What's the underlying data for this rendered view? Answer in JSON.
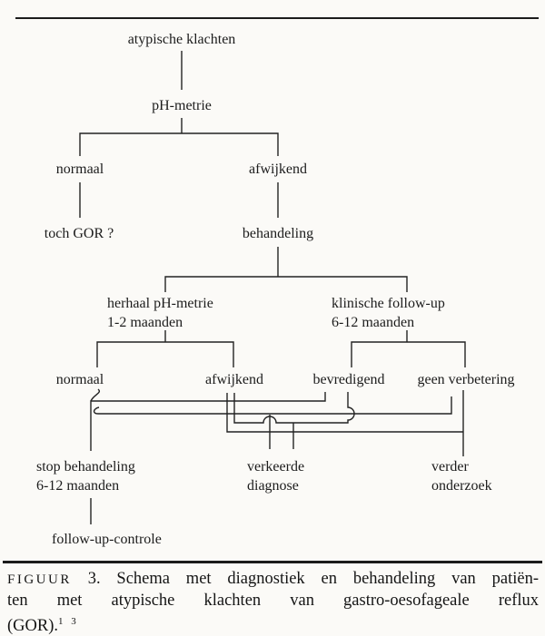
{
  "diagram": {
    "nodes": {
      "atypische_klachten": "atypische klachten",
      "ph_metrie": "pH-metrie",
      "normaal_1": "normaal",
      "afwijkend_1": "afwijkend",
      "toch_gor": "toch GOR ?",
      "behandeling": "behandeling",
      "herhaal_ph_metrie": "herhaal pH-metrie",
      "herhaal_duur": "1-2 maanden",
      "klinische_follow_up": "klinische follow-up",
      "klinische_duur": "6-12 maanden",
      "normaal_2": "normaal",
      "afwijkend_2": "afwijkend",
      "bevredigend": "bevredigend",
      "geen_verbetering": "geen verbetering",
      "stop_behandeling": "stop behandeling",
      "stop_duur": "6-12 maanden",
      "verkeerde_diagnose_line1": "verkeerde",
      "verkeerde_diagnose_line2": "diagnose",
      "verder_onderzoek_line1": "verder",
      "verder_onderzoek_line2": "onderzoek",
      "follow_up_controle": "follow-up-controle"
    }
  },
  "caption": {
    "figuur_label": "FIGUUR",
    "figuur_number": "3.",
    "line1_rest": "Schema met diagnostiek en behandeling van patiën-",
    "line2": "ten met atypische klachten van gastro-oesofageale reflux",
    "line3": "(GOR).",
    "reference": "1 3"
  }
}
